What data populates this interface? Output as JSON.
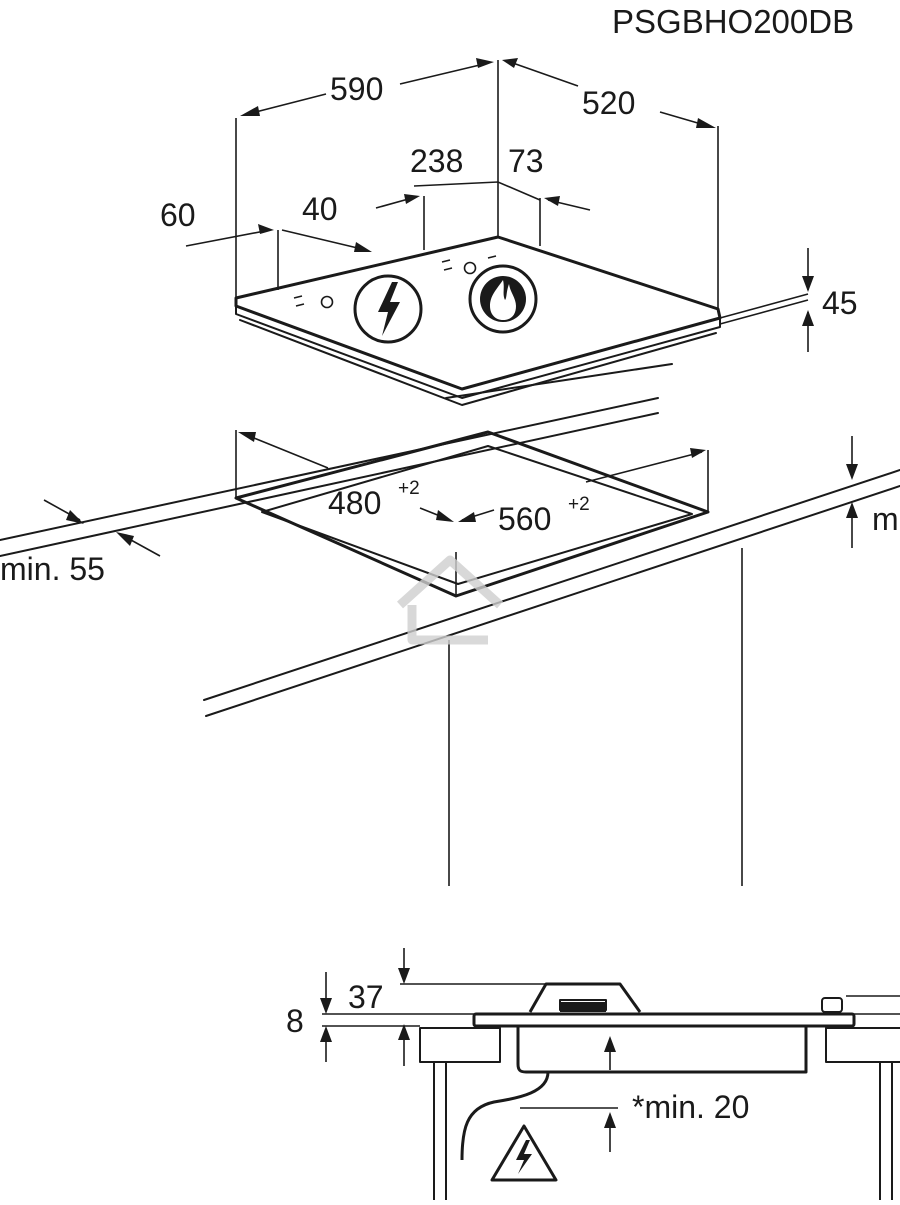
{
  "model": "PSGBHO200DB",
  "dimensions": {
    "width": "590",
    "depth": "520",
    "burner_spacing": "238",
    "burner_rear_offset": "73",
    "knob_side_offset": "60",
    "knob_spacing": "40",
    "height": "45",
    "cutout_depth": "480",
    "cutout_depth_tol": "+2",
    "cutout_width": "560",
    "cutout_width_tol": "+2",
    "front_min": "min. 55",
    "right_min": "m",
    "section_top": "37",
    "section_gap": "8",
    "under_min": "*min. 20"
  },
  "icons": {
    "electric": "electric-plate-icon",
    "gas": "gas-flame-icon",
    "warning": "electric-warning-icon"
  }
}
